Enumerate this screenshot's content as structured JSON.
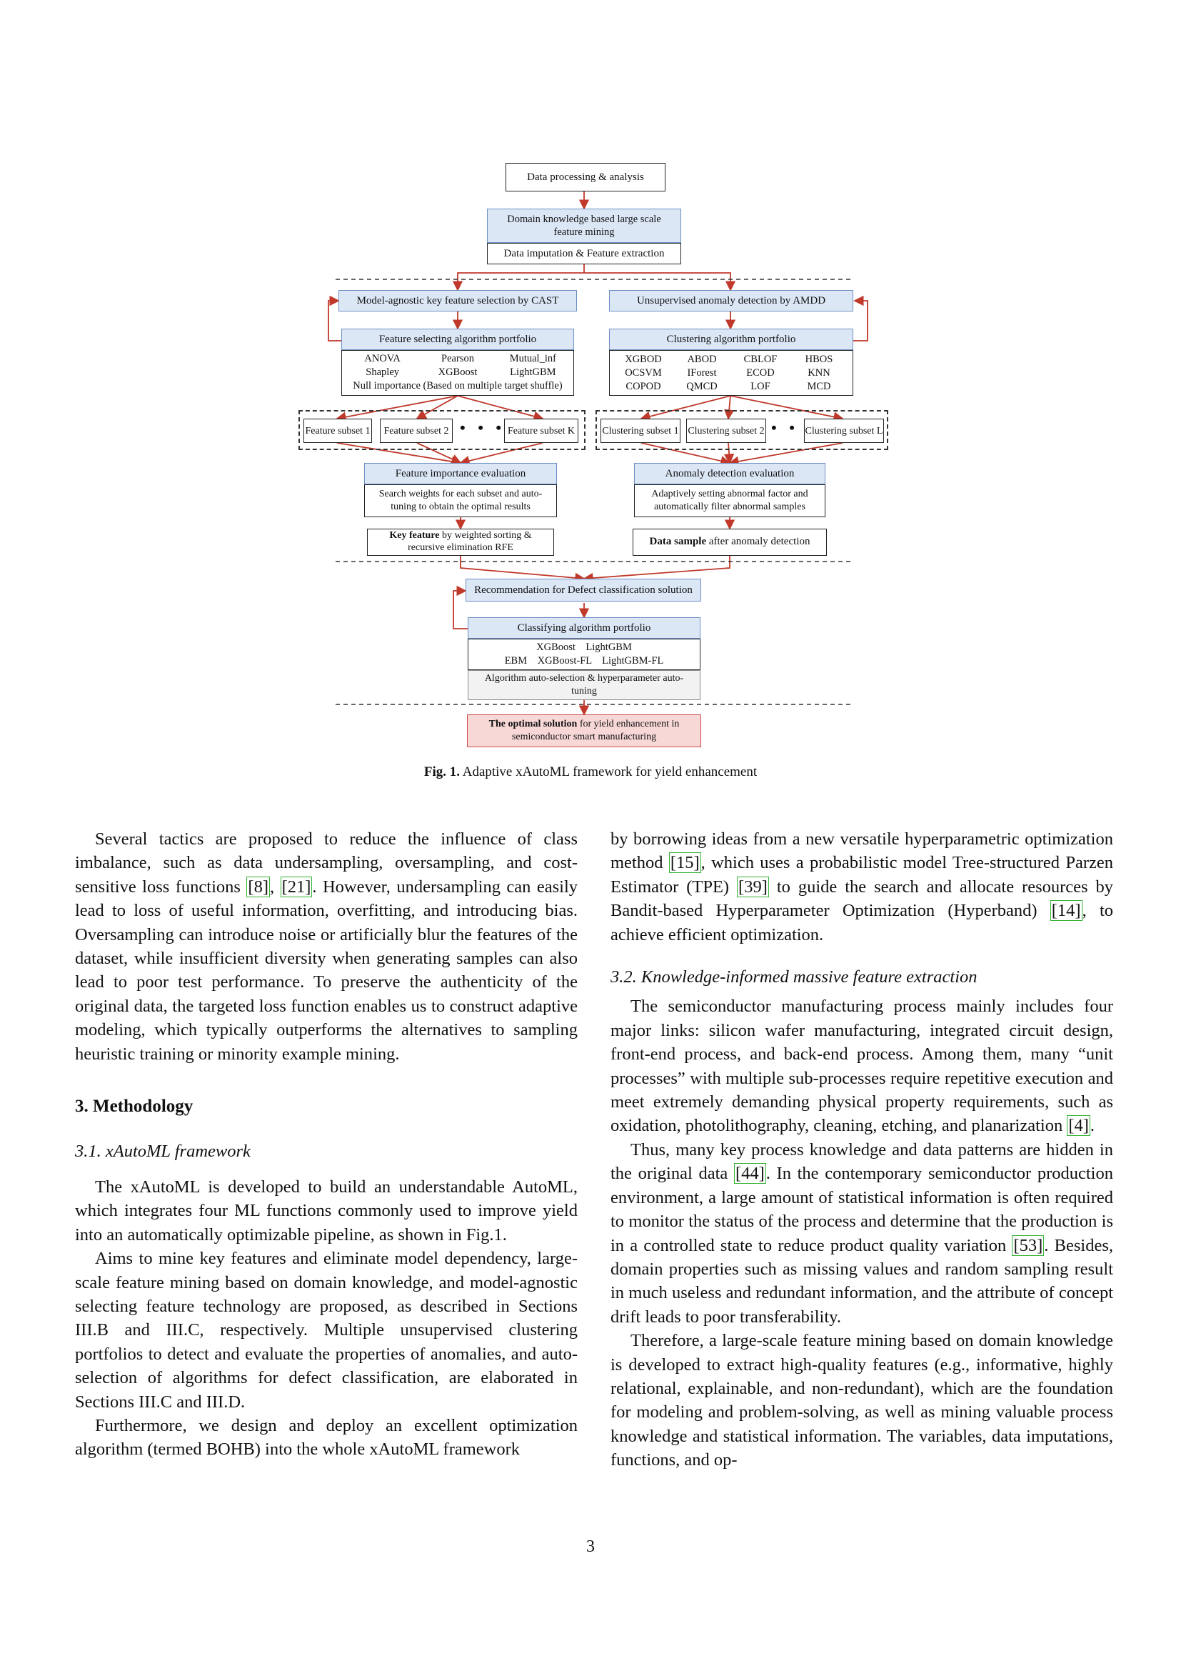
{
  "figure": {
    "top": "Data processing & analysis",
    "domain": "Domain knowledge based large scale feature mining",
    "impute": "Data imputation & Feature extraction",
    "cast": "Model-agnostic key feature selection by CAST",
    "amdd": "Unsupervised anomaly detection by AMDD",
    "fsp_title": "Feature selecting algorithm portfolio",
    "fsp_items": [
      "ANOVA",
      "Pearson",
      "Mutual_inf",
      "Shapley",
      "XGBoost",
      "LightGBM"
    ],
    "fsp_null": "Null importance (Based on multiple target shuffle)",
    "cap_title": "Clustering algorithm portfolio",
    "cap_items": [
      "XGBOD",
      "ABOD",
      "CBLOF",
      "HBOS",
      "OCSVM",
      "IForest",
      "ECOD",
      "KNN",
      "COPOD",
      "QMCD",
      "LOF",
      "MCD"
    ],
    "fs1": "Feature subset 1",
    "fs2": "Feature subset 2",
    "fsk": "Feature subset K",
    "cs1": "Clustering subset 1",
    "cs2": "Clustering subset 2",
    "csl": "Clustering subset L",
    "dots": "• • •",
    "fie_title": "Feature importance evaluation",
    "fie_desc": "Search weights for each subset and auto-tuning to obtain the optimal results",
    "ade_title": "Anomaly detection evaluation",
    "ade_desc": "Adaptively setting abnormal factor and automatically filter abnormal samples",
    "key_bold": "Key feature",
    "key_rest": " by weighted sorting & recursive elimination RFE",
    "ds_bold": "Data sample",
    "ds_rest": " after anomaly detection",
    "rec": "Recommendation for Defect classification solution",
    "clf_title": "Classifying algorithm portfolio",
    "clf_line1": "XGBoost    LightGBM",
    "clf_line2": "EBM    XGBoost-FL    LightGBM-FL",
    "clf_auto": "Algorithm auto-selection & hyperparameter auto-tuning",
    "opt_bold": "The optimal solution",
    "opt_rest": " for yield enhancement in semiconductor smart manufacturing",
    "caption_label": "Fig. 1.",
    "caption_text": " Adaptive xAutoML framework for yield enhancement"
  },
  "left": {
    "p1": [
      "Several tactics are proposed to reduce the influence of class imbalance, such as data undersampling, oversampling, and cost-sensitive loss functions ",
      "[8]",
      ", ",
      "[21]",
      ". However, undersampling can easily lead to loss of useful information, overfitting, and introducing bias. Oversampling can introduce noise or artificially blur the features of the dataset, while insufficient diversity when generating samples can also lead to poor test performance. To preserve the authenticity of the original data, the targeted loss function enables us to construct adaptive modeling, which typically outperforms the alternatives to sampling heuristic training or minority example mining."
    ],
    "section": "3. Methodology",
    "subsection": "3.1.  xAutoML framework",
    "p2": "The xAutoML is developed to build an understandable AutoML, which integrates four ML functions commonly used to improve yield into an automatically optimizable pipeline, as shown in Fig.1.",
    "p3": "Aims to mine key features and eliminate model dependency, large-scale feature mining based on domain knowledge, and model-agnostic selecting feature technology are proposed, as described in Sections III.B and III.C, respectively. Multiple unsupervised clustering portfolios to detect and evaluate the properties of anomalies, and auto-selection of algorithms for defect classification, are elaborated in Sections III.C and III.D.",
    "p4": "Furthermore, we design and deploy an excellent optimization algorithm (termed BOHB) into the whole xAutoML framework"
  },
  "right": {
    "p1": [
      "by borrowing ideas from a new versatile hyperparametric optimization method ",
      "[15]",
      ", which uses a probabilistic model Tree-structured Parzen Estimator (TPE) ",
      "[39]",
      " to guide the search and allocate resources by Bandit-based Hyperparameter Optimization (Hyperband) ",
      "[14]",
      ", to achieve efficient optimization."
    ],
    "subsection": "3.2.  Knowledge-informed massive feature extraction",
    "p2": [
      "The semiconductor manufacturing process mainly includes four major links: silicon wafer manufacturing, integrated circuit design, front-end process, and back-end process. Among them, many “unit processes” with multiple sub-processes require repetitive execution and meet extremely demanding physical property requirements, such as oxidation, photolithography, cleaning, etching, and planarization ",
      "[4]",
      "."
    ],
    "p3": [
      "Thus, many key process knowledge and data patterns are hidden in the original data ",
      "[44]",
      ". In the contemporary semiconductor production environment, a large amount of statistical information is often required to monitor the status of the process and determine that the production is in a controlled state to reduce product quality variation ",
      "[53]",
      ". Besides, domain properties such as missing values and random sampling result in much useless and redundant information, and the attribute of concept drift leads to poor transferability."
    ],
    "p4": "Therefore, a large-scale feature mining based on domain knowledge is developed to extract high-quality features (e.g., informative, highly relational, explainable, and non-redundant), which are the foundation for modeling and problem-solving, as well as mining valuable process knowledge and statistical information. The variables, data imputations, functions, and op-"
  },
  "page_number": "3"
}
